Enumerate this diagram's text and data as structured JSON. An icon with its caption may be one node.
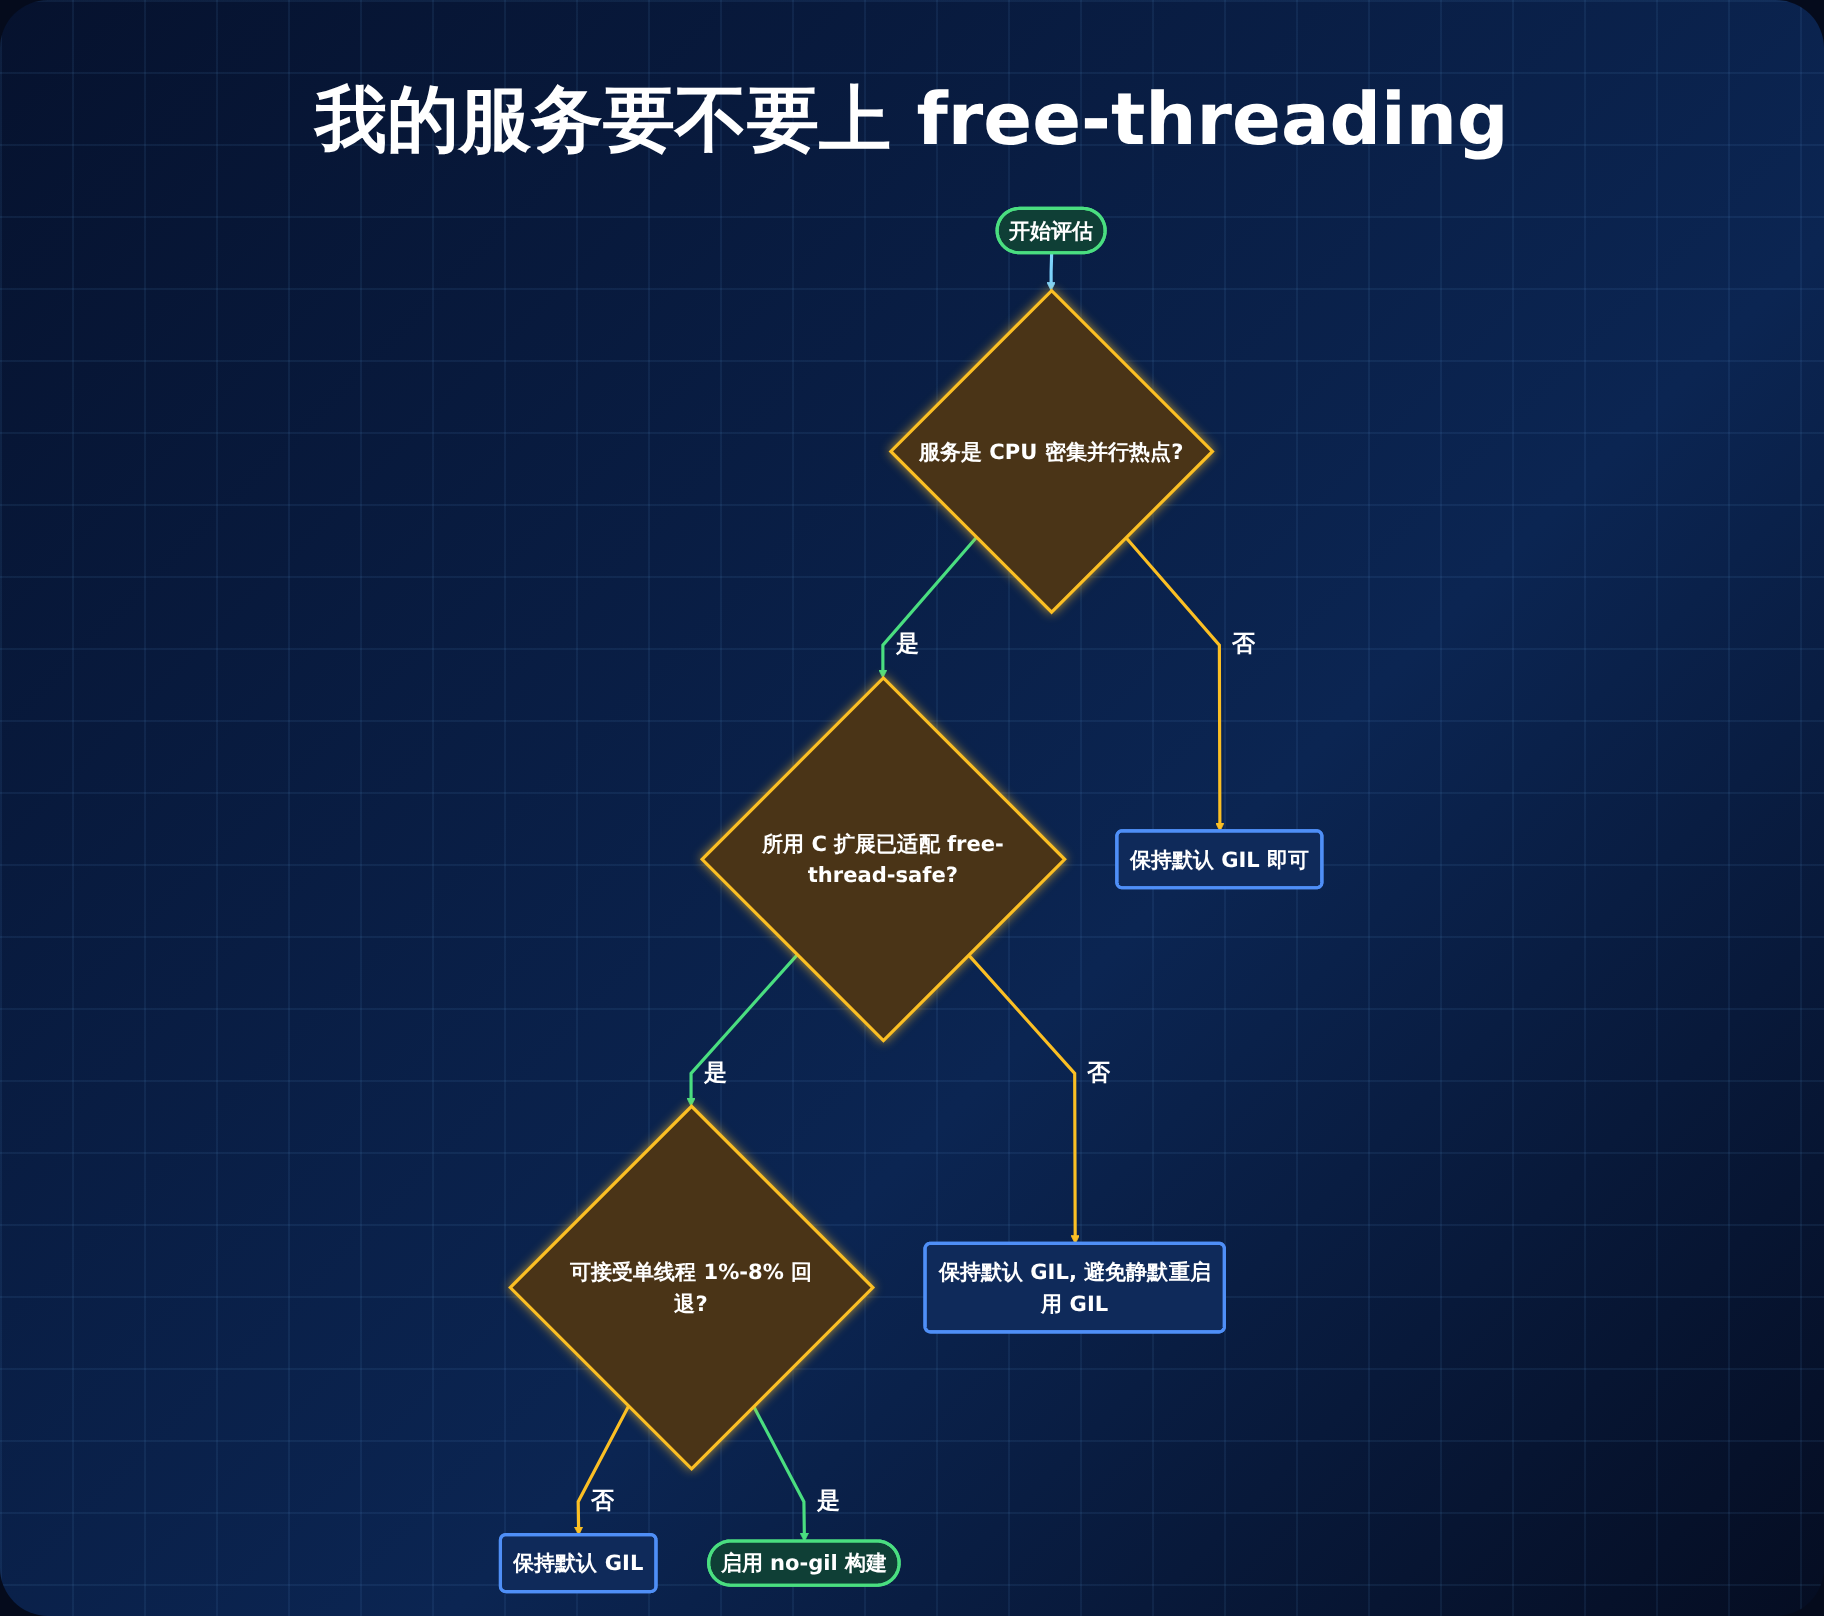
{
  "diagram": {
    "title": "我的服务要不要上 free-threading",
    "nodes": [
      {
        "text": [
          "开始评估"
        ]
      },
      {
        "text": [
          "服务是 CPU 密集并行热点?"
        ]
      },
      {
        "text": [
          "所用 C 扩展已适配 free-thread-safe?"
        ]
      },
      {
        "text": [
          "保持默认 GIL 即可"
        ]
      },
      {
        "text": [
          "可接受单线程 1%-8% 回退?"
        ]
      },
      {
        "text": [
          "保持默认 GIL, 避免静默重启用 GIL"
        ]
      },
      {
        "text": [
          "保持默认 GIL"
        ]
      },
      {
        "text": [
          "启用 no-gil 构建"
        ]
      }
    ],
    "edges": [
      {
        "from": 0,
        "to": 1,
        "arrow": "to",
        "color": "#7dd3fc"
      },
      {
        "from": 1,
        "to": 2,
        "arrow": "to",
        "label": "是",
        "color": "#4ade80"
      },
      {
        "from": 1,
        "to": 3,
        "arrow": "to",
        "label": "否",
        "color": "#fbbf24"
      },
      {
        "from": 2,
        "to": 4,
        "arrow": "to",
        "label": "是",
        "color": "#4ade80"
      },
      {
        "from": 2,
        "to": 5,
        "arrow": "to",
        "label": "否",
        "color": "#fbbf24"
      },
      {
        "from": 4,
        "to": 6,
        "arrow": "to",
        "label": "否",
        "color": "#fbbf24"
      },
      {
        "from": 4,
        "to": 7,
        "arrow": "to",
        "label": "是",
        "color": "#4ade80"
      }
    ]
  }
}
